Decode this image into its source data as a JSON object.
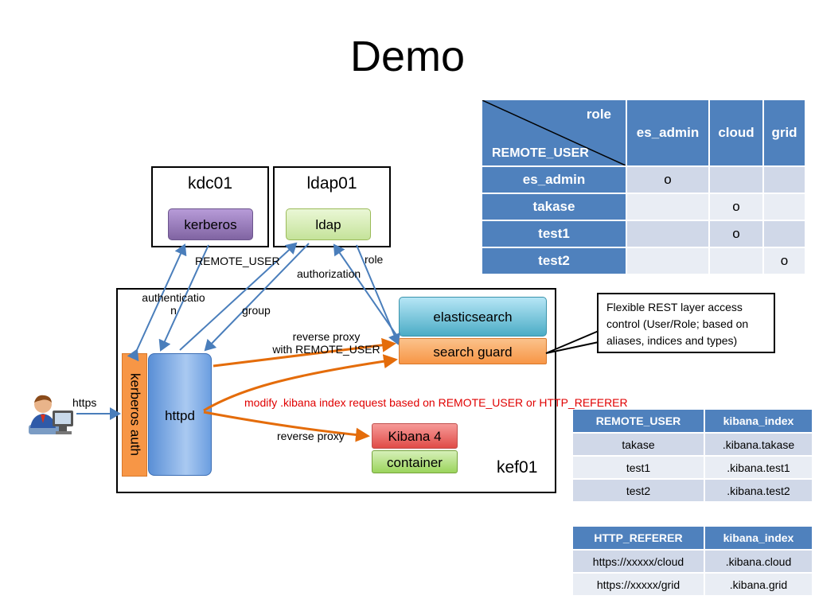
{
  "title": "Demo",
  "hosts": {
    "kdc01": "kdc01",
    "ldap01": "ldap01",
    "kef01": "kef01"
  },
  "components": {
    "kerberos": "kerberos",
    "ldap": "ldap",
    "elasticsearch": "elasticsearch",
    "search_guard": "search guard",
    "httpd": "httpd",
    "kerberos_auth": "kerberos auth",
    "kibana4": "Kibana 4",
    "container": "container"
  },
  "edge_labels": {
    "remote_user": "REMOTE_USER",
    "role": "role",
    "authorization": "authorization",
    "authentication_1": "authenticatio",
    "authentication_2": "n",
    "group": "group",
    "reverse_proxy_remote_1": "reverse proxy",
    "reverse_proxy_remote_2": "with REMOTE_USER",
    "reverse_proxy": "reverse proxy",
    "https": "https",
    "modify": "modify .kibana index request based on REMOTE_USER or HTTP_REFERER"
  },
  "callout": {
    "line1": "Flexible REST layer access",
    "line2": "control (User/Role; based on",
    "line3": "aliases, indices and types)"
  },
  "role_table": {
    "corner_top": "role",
    "corner_bottom": "REMOTE_USER",
    "columns": [
      "es_admin",
      "cloud",
      "grid"
    ],
    "rows": [
      {
        "user": "es_admin",
        "cells": [
          "o",
          "",
          ""
        ]
      },
      {
        "user": "takase",
        "cells": [
          "",
          "o",
          ""
        ]
      },
      {
        "user": "test1",
        "cells": [
          "",
          "o",
          ""
        ]
      },
      {
        "user": "test2",
        "cells": [
          "",
          "",
          "o"
        ]
      }
    ]
  },
  "remote_user_table": {
    "headers": [
      "REMOTE_USER",
      "kibana_index"
    ],
    "rows": [
      [
        "takase",
        ".kibana.takase"
      ],
      [
        "test1",
        ".kibana.test1"
      ],
      [
        "test2",
        ".kibana.test2"
      ]
    ]
  },
  "referer_table": {
    "headers": [
      "HTTP_REFERER",
      "kibana_index"
    ],
    "rows": [
      [
        "https://xxxxx/cloud",
        ".kibana.cloud"
      ],
      [
        "https://xxxxx/grid",
        ".kibana.grid"
      ]
    ]
  },
  "colors": {
    "header_blue": "#4f81bd",
    "row_dark": "#d0d8e8",
    "row_light": "#e9edf4",
    "arrow_blue": "#4a7ebb",
    "arrow_orange": "#e46c0a",
    "modify_text": "#e00000"
  }
}
